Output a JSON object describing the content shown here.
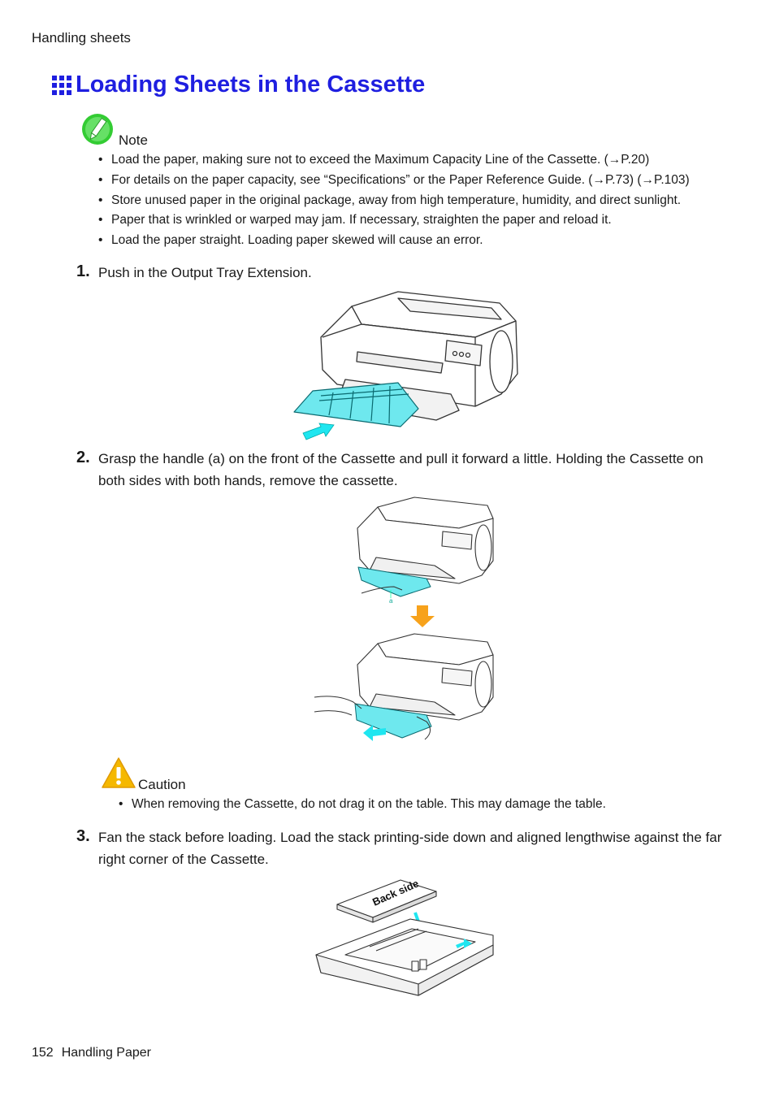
{
  "header": {
    "section": "Handling sheets"
  },
  "title": "Loading Sheets in the Cassette",
  "note": {
    "label": "Note",
    "items": [
      "Load the paper, making sure not to exceed the Maximum Capacity Line of the Cassette.  (→P.20)",
      "For details on the paper capacity, see “Specifications” or the Paper Reference Guide.  (→P.73)  (→P.103)",
      "Store unused paper in the original package, away from high temperature, humidity, and direct sunlight.",
      "Paper that is wrinkled or warped may jam.  If necessary, straighten the paper and reload it.",
      "Load the paper straight.  Loading paper skewed will cause an error."
    ]
  },
  "steps": [
    {
      "num": "1.",
      "text": "Push in the Output Tray Extension."
    },
    {
      "num": "2.",
      "text": "Grasp the handle (a) on the front of the Cassette and pull it forward a little.  Holding the Cassette on both sides with both hands, remove the cassette."
    },
    {
      "num": "3.",
      "text": "Fan the stack before loading.  Load the stack printing-side down and aligned lengthwise against the far right corner of the Cassette."
    }
  ],
  "figures": {
    "step2_handle_label": "a",
    "step3_stack_label": "Back side"
  },
  "caution": {
    "label": "Caution",
    "items": [
      "When removing the Cassette, do not drag it on the table.  This may damage the table."
    ]
  },
  "footer": {
    "page_number": "152",
    "chapter": "Handling Paper"
  },
  "colors": {
    "title": "#1f1fe0",
    "accent_cyan": "#6ee8ee",
    "arrow_cyan": "#1fe6f0",
    "arrow_orange": "#f7a21b",
    "note_green": "#33cc33",
    "caution_yellow": "#f5b800"
  }
}
